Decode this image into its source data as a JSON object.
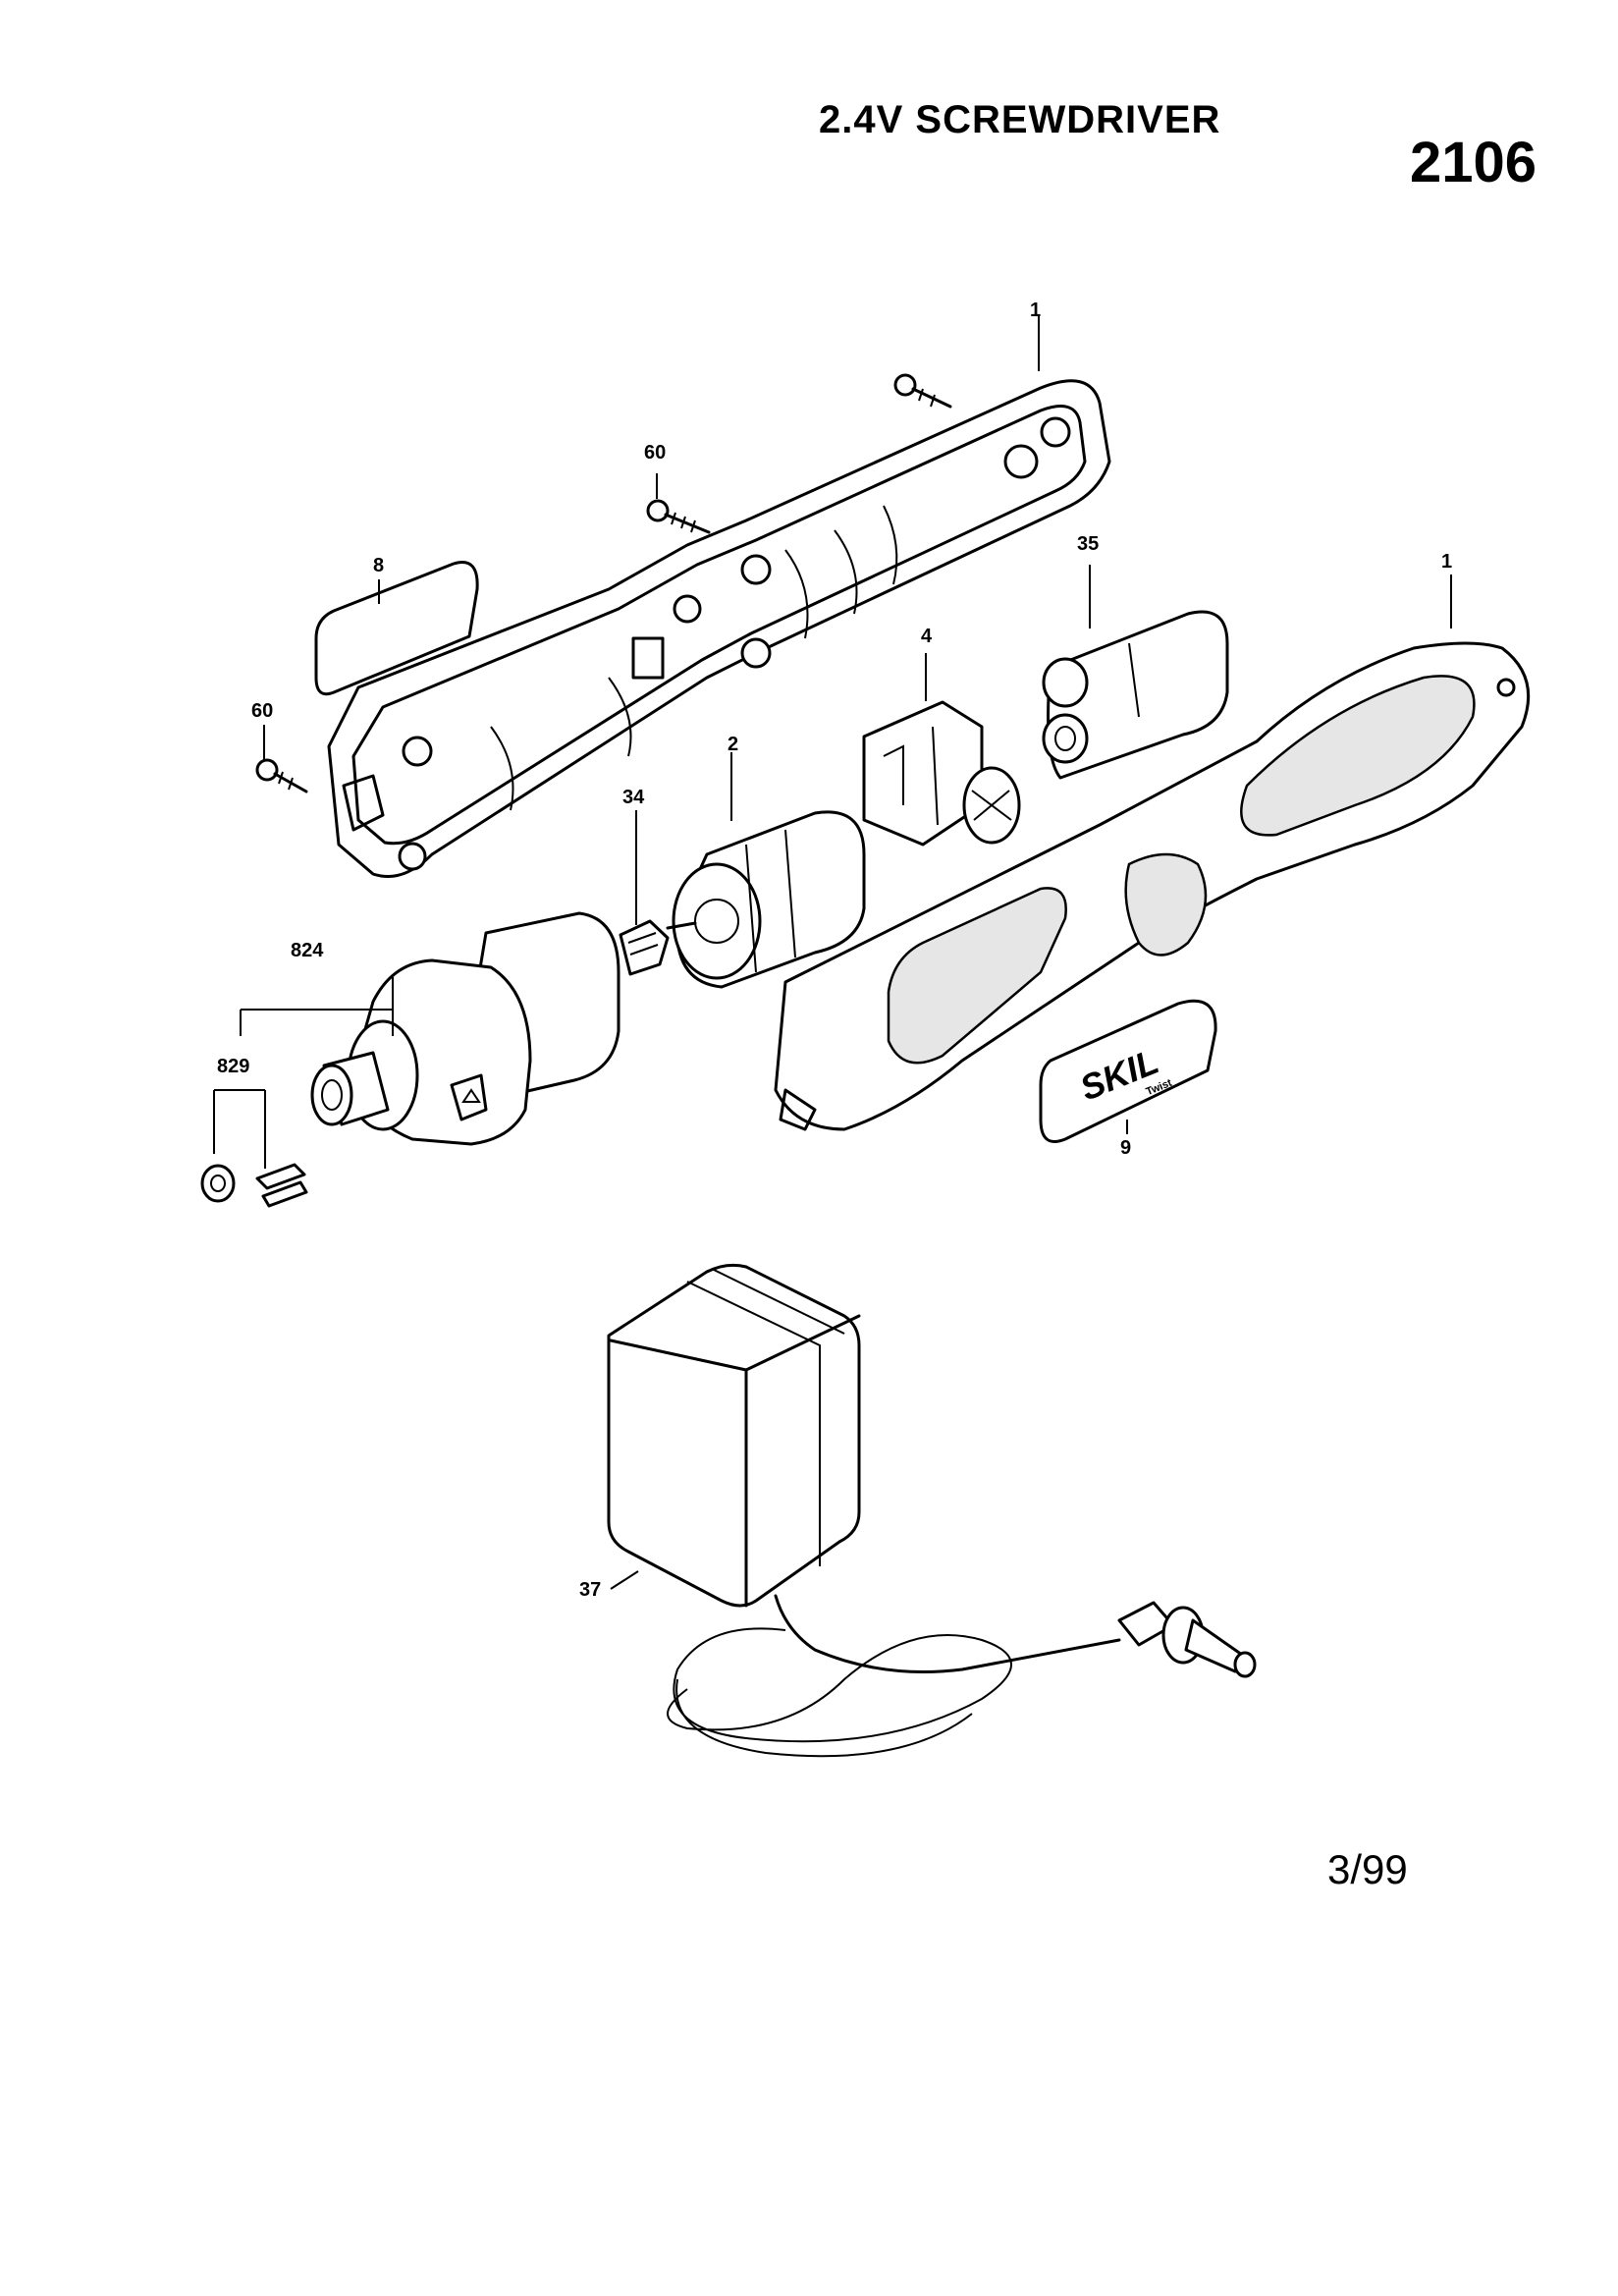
{
  "header": {
    "title": "2.4V  SCREWDRIVER",
    "model": "2106"
  },
  "footer": {
    "date": "3/99"
  },
  "callouts": {
    "c1a": "1",
    "c1b": "1",
    "c2": "2",
    "c4": "4",
    "c8": "8",
    "c9": "9",
    "c34": "34",
    "c35": "35",
    "c37": "37",
    "c60a": "60",
    "c60b": "60",
    "c824": "824",
    "c829": "829"
  },
  "logo": {
    "brand": "SKIL",
    "sub": "Twist"
  }
}
